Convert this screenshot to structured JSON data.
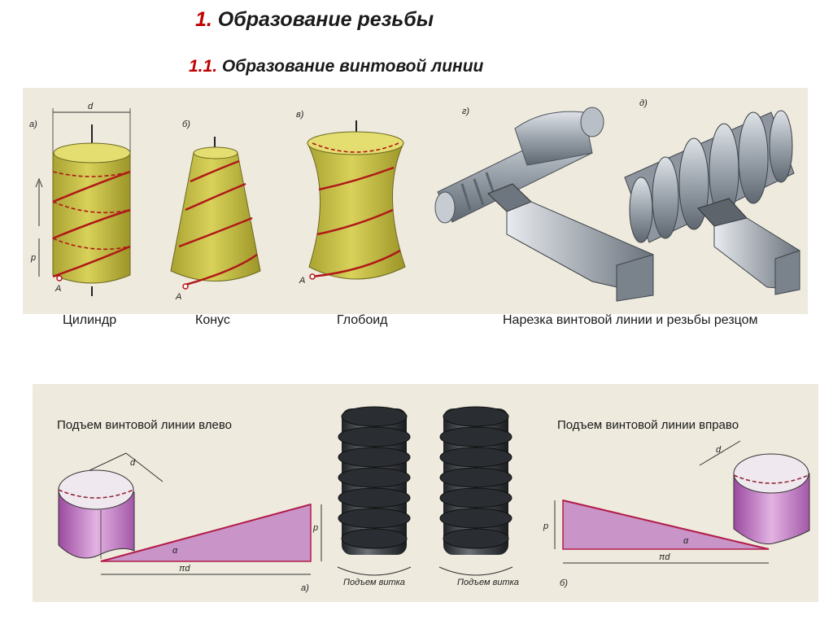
{
  "heading": {
    "main_number": "1.",
    "main_text": " Образование резьбы",
    "sub_number": "1.1.",
    "sub_text": " Образование винтовой линии"
  },
  "top_panel": {
    "figure_letters": [
      "а)",
      "б)",
      "в)",
      "г)",
      "д)"
    ],
    "dimension_d": "d",
    "dimension_p": "p",
    "point_a": "A",
    "captions": {
      "cylinder": "Цилиндр",
      "cone": "Конус",
      "globoid": "Глобоид",
      "cutting": "Нарезка винтовой линии и резьбы резцом"
    }
  },
  "bottom_panel": {
    "left_caption": "Подъем  винтовой линии влево",
    "right_caption": "Подъем винтовой линии вправо",
    "turn_label": "Подъем витка",
    "dimension_d": "d",
    "dimension_p": "p",
    "dimension_pid": "πd",
    "angle_alpha": "α",
    "figure_letters": [
      "а)",
      "б)"
    ]
  },
  "colors": {
    "panel_bg": "#eeeadd",
    "cylinder_fill": "#d2cc4a",
    "helix_red": "#b01818",
    "tool_steel": "#a6adb6",
    "bolt_dark": "#3e4146",
    "magenta_fill": "#c07ac2",
    "heading_number": "#c00000"
  }
}
